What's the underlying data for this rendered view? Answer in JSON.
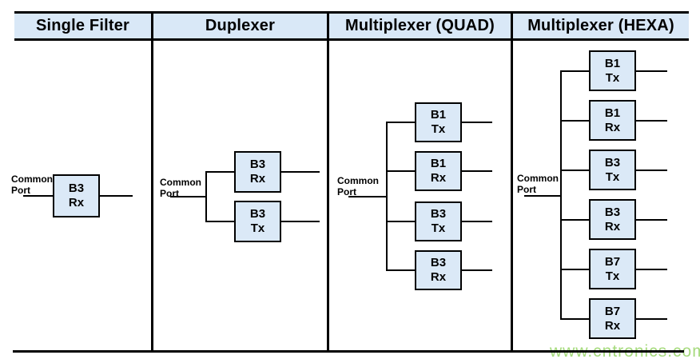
{
  "colors": {
    "header_bg": "#d9e8f7",
    "box_bg": "#dbe9f7",
    "line": "#000000",
    "watermark": "#a6da7e"
  },
  "common_port": {
    "line1": "Common",
    "line2": "Port"
  },
  "watermark": {
    "text": "www.cntronics.com"
  },
  "columns": [
    {
      "header": "Single Filter",
      "filters": [
        {
          "band": "B3",
          "mode": "Rx"
        }
      ]
    },
    {
      "header": "Duplexer",
      "filters": [
        {
          "band": "B3",
          "mode": "Rx"
        },
        {
          "band": "B3",
          "mode": "Tx"
        }
      ]
    },
    {
      "header": "Multiplexer (QUAD)",
      "filters": [
        {
          "band": "B1",
          "mode": "Tx"
        },
        {
          "band": "B1",
          "mode": "Rx"
        },
        {
          "band": "B3",
          "mode": "Tx"
        },
        {
          "band": "B3",
          "mode": "Rx"
        }
      ]
    },
    {
      "header": "Multiplexer (HEXA)",
      "filters": [
        {
          "band": "B1",
          "mode": "Tx"
        },
        {
          "band": "B1",
          "mode": "Rx"
        },
        {
          "band": "B3",
          "mode": "Tx"
        },
        {
          "band": "B3",
          "mode": "Rx"
        },
        {
          "band": "B7",
          "mode": "Tx"
        },
        {
          "band": "B7",
          "mode": "Rx"
        }
      ]
    }
  ]
}
